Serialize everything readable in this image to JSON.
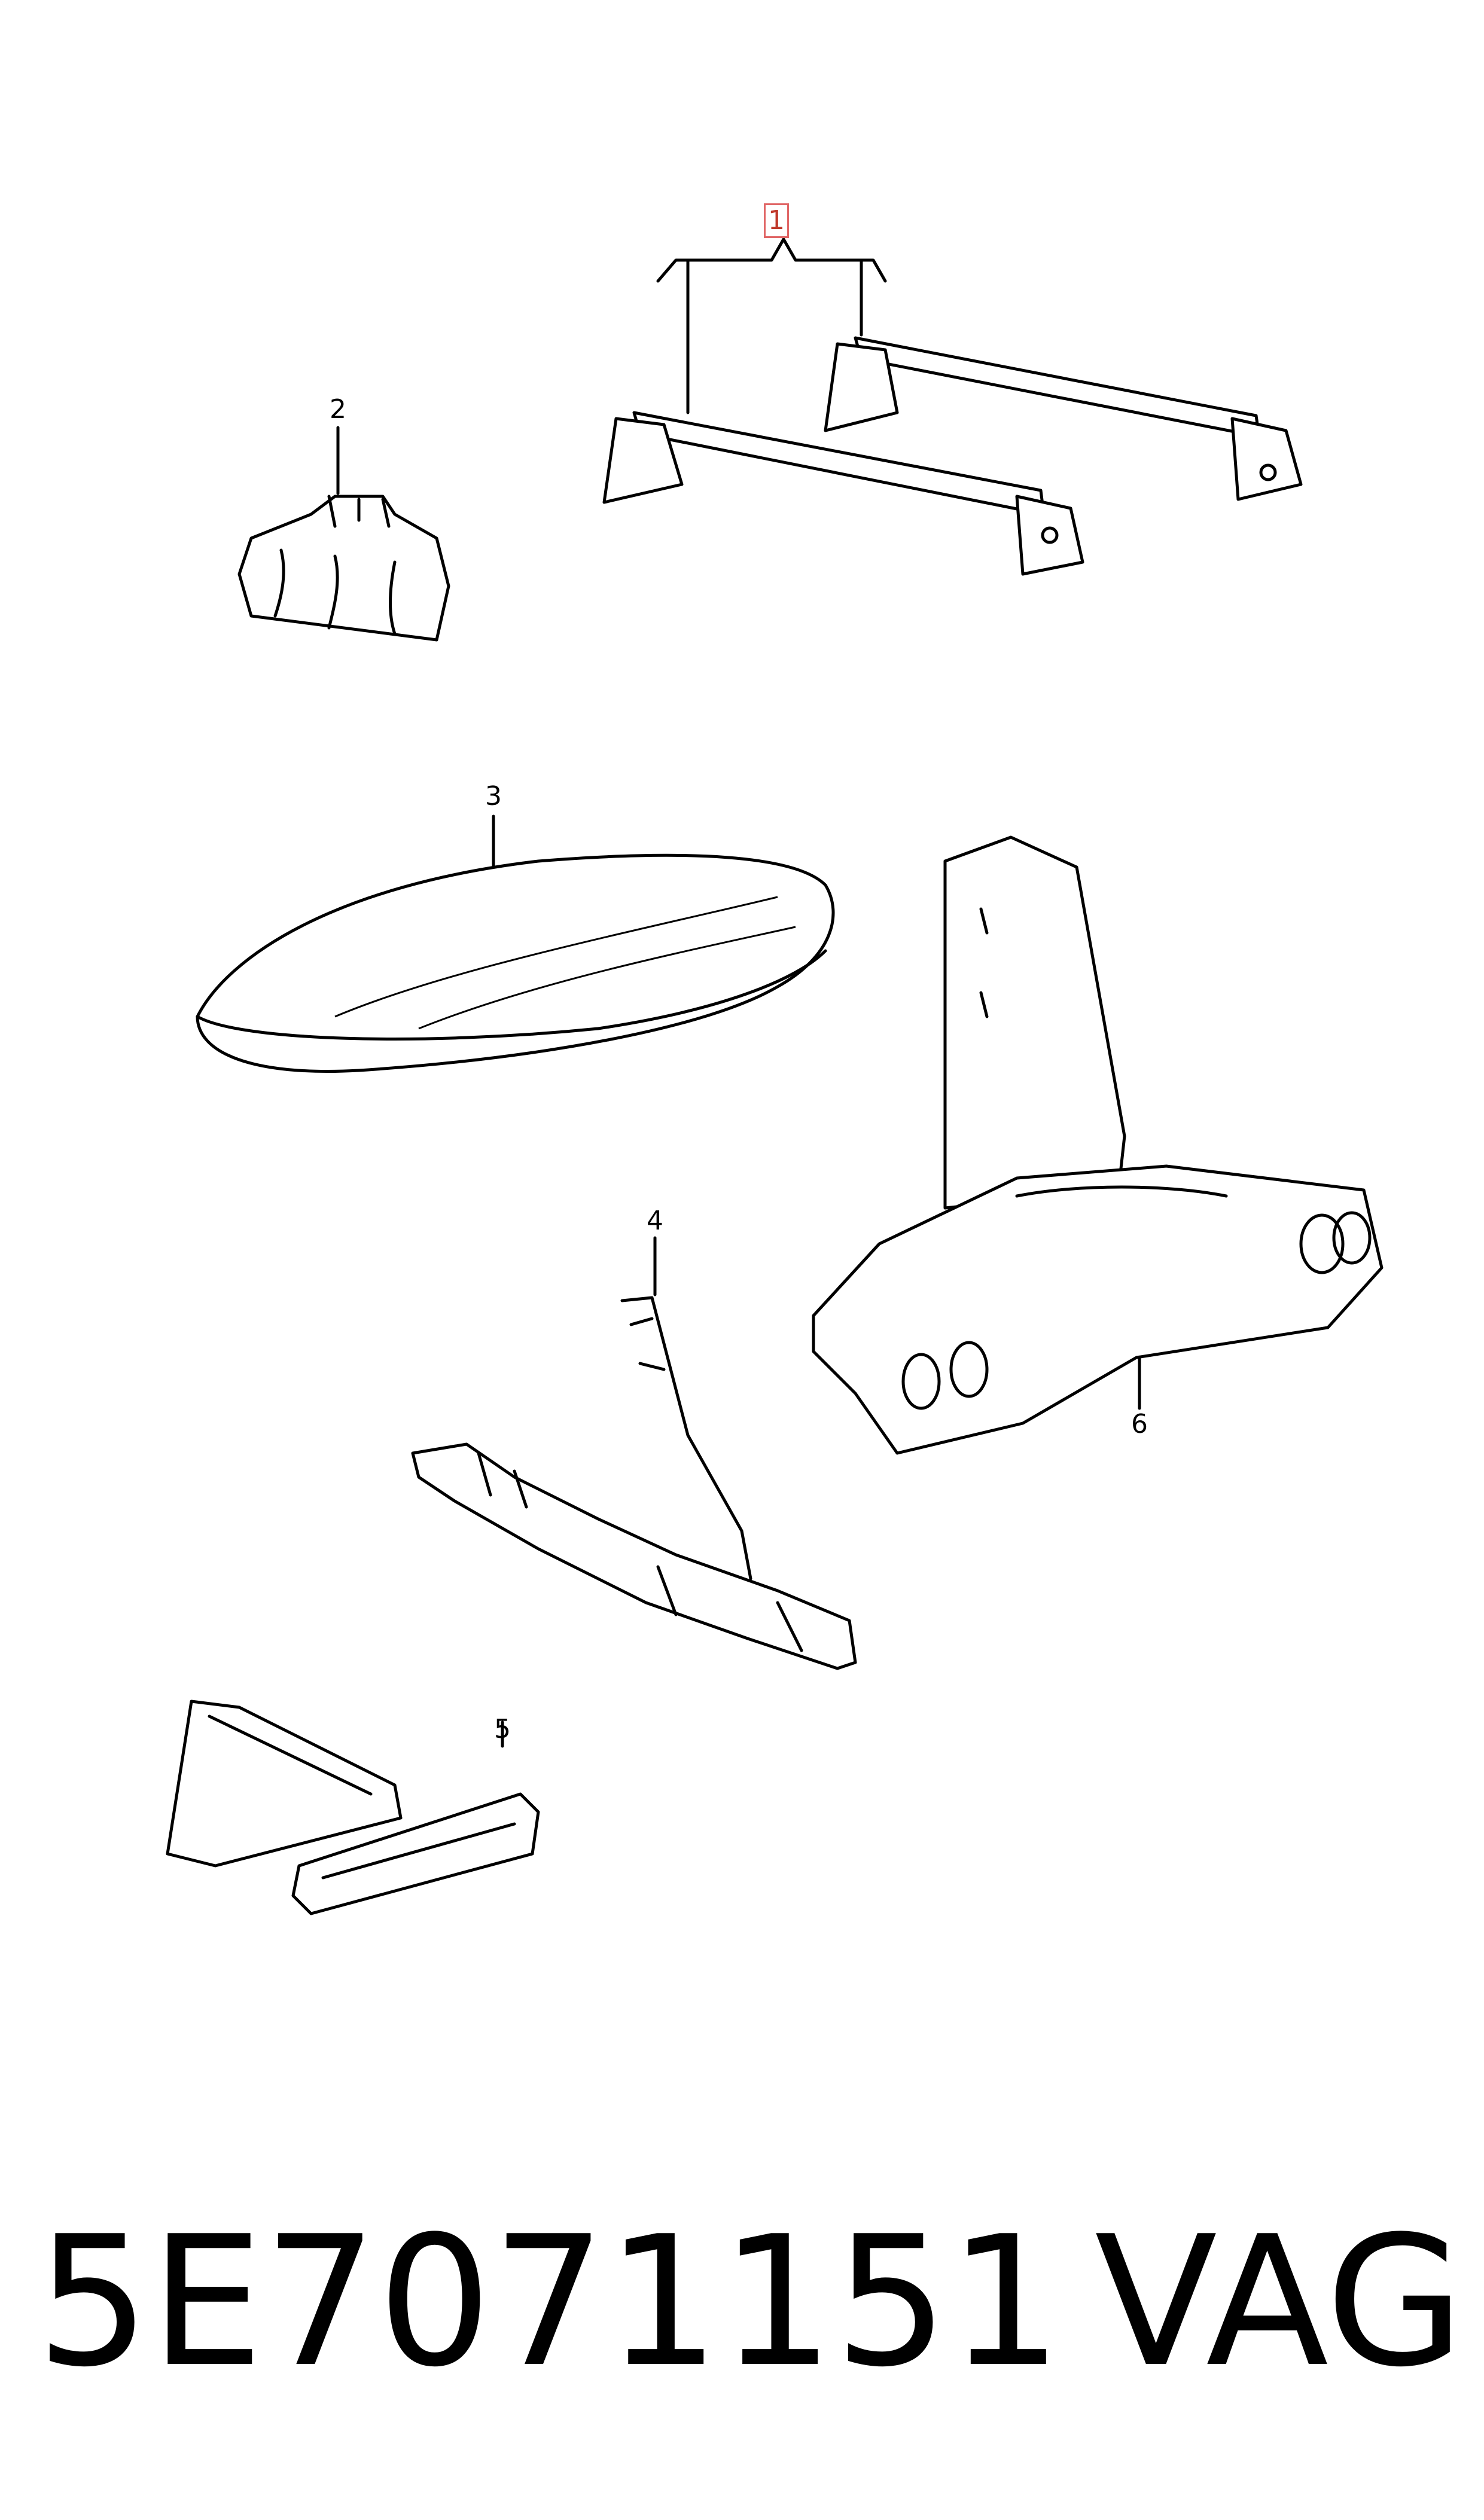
{
  "parts": [
    {
      "callout": "1",
      "highlighted": true
    },
    {
      "callout": "2",
      "highlighted": false
    },
    {
      "callout": "3",
      "highlighted": false
    },
    {
      "callout": "4",
      "highlighted": false
    },
    {
      "callout": "5",
      "highlighted": false
    },
    {
      "callout": "6",
      "highlighted": false
    }
  ],
  "caption": {
    "part_number": "5E7071151",
    "brand": "VAG"
  },
  "colors": {
    "line": "#000000",
    "highlight": "#e06666",
    "background": "#ffffff"
  }
}
